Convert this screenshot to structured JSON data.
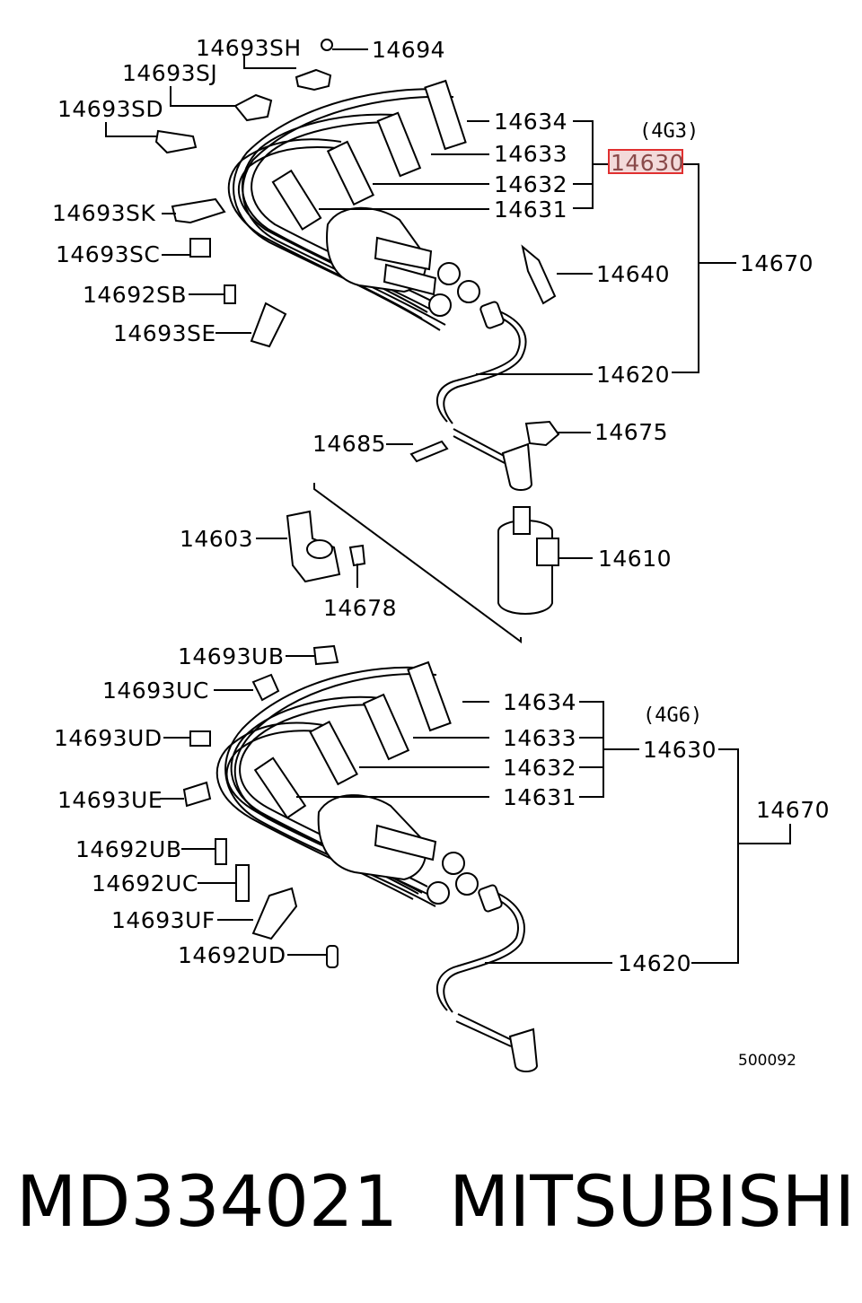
{
  "upper": {
    "engine_label": "(4G3)",
    "set_label": "14630",
    "highlight_color": "#e03030",
    "leaders": {
      "sh": "14693SH",
      "p694": "14694",
      "sj": "14693SJ",
      "sd": "14693SD",
      "sk": "14693SK",
      "sc": "14693SC",
      "sb": "14692SB",
      "se": "14693SE",
      "p634": "14634",
      "p633": "14633",
      "p632": "14632",
      "p631": "14631",
      "p670": "14670",
      "p640": "14640",
      "p620": "14620",
      "p685": "14685",
      "p675": "14675",
      "p603": "14603",
      "p610": "14610",
      "p678": "14678"
    }
  },
  "lower": {
    "engine_label": "(4G6)",
    "set_label": "14630",
    "leaders": {
      "ub": "14693UB",
      "uc": "14693UC",
      "ud": "14693UD",
      "ue": "14693UE",
      "ub2": "14692UB",
      "uc2": "14692UC",
      "uf": "14693UF",
      "ud2": "14692UD",
      "p634": "14634",
      "p633": "14633",
      "p632": "14632",
      "p631": "14631",
      "p670": "14670",
      "p620": "14620"
    }
  },
  "diagram_code": "500092",
  "footer": {
    "part_number": "MD334021",
    "brand": "MITSUBISHI"
  }
}
